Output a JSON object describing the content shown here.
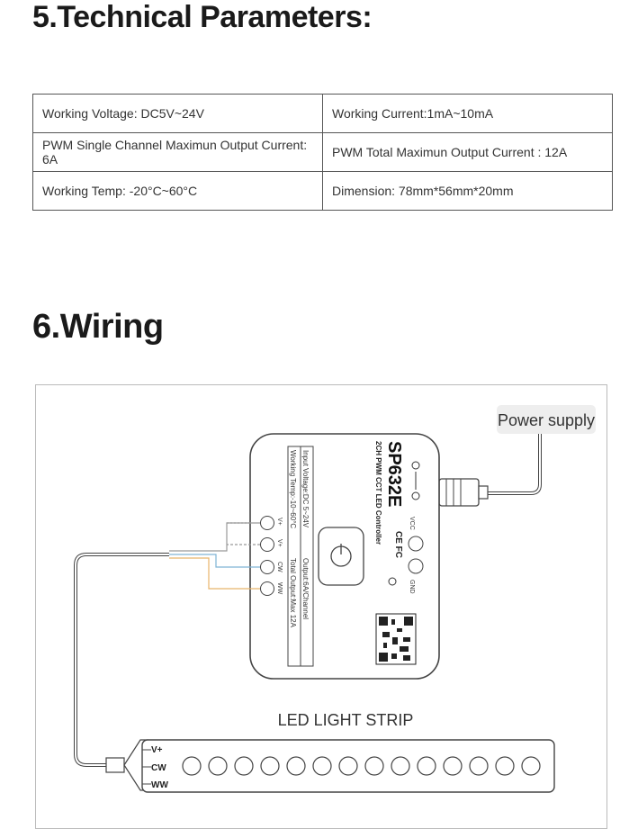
{
  "technical": {
    "heading": "5.Technical Parameters:",
    "rows": [
      [
        "Working  Voltage: DC5V~24V",
        "Working  Current:1mA~10mA"
      ],
      [
        "PWM Single Channel Maximun Output Current: 6A",
        "PWM Total Maximun Output  Current : 12A"
      ],
      [
        "Working Temp:  -20°C~60°C",
        "Dimension: 78mm*56mm*20mm"
      ]
    ]
  },
  "wiring": {
    "heading": "6.Wiring",
    "power_supply": "Power supply",
    "controller": {
      "model": "SP632E",
      "subtitle": "2CH PWM CCT LED Controller",
      "input_voltage": "Input Voltage:DC 5~24V",
      "working_temp": "Working Temp:-10~60°C",
      "output_per_channel": "Output:6A/Channel",
      "total_output": "Total Output:Max 12A",
      "terminals": [
        "V+",
        "V+",
        "CW",
        "WW"
      ],
      "power_pins": [
        "VCC",
        "GND"
      ],
      "certs": "CE FC"
    },
    "strip": {
      "label": "LED LIGHT STRIP",
      "pins": [
        "V+",
        "CW",
        "WW"
      ],
      "led_count": 14
    },
    "colors": {
      "line": "#444444",
      "wire_blue": "#7fb3d5",
      "wire_orange": "#e8b36a",
      "wire_gray": "#999999"
    }
  }
}
